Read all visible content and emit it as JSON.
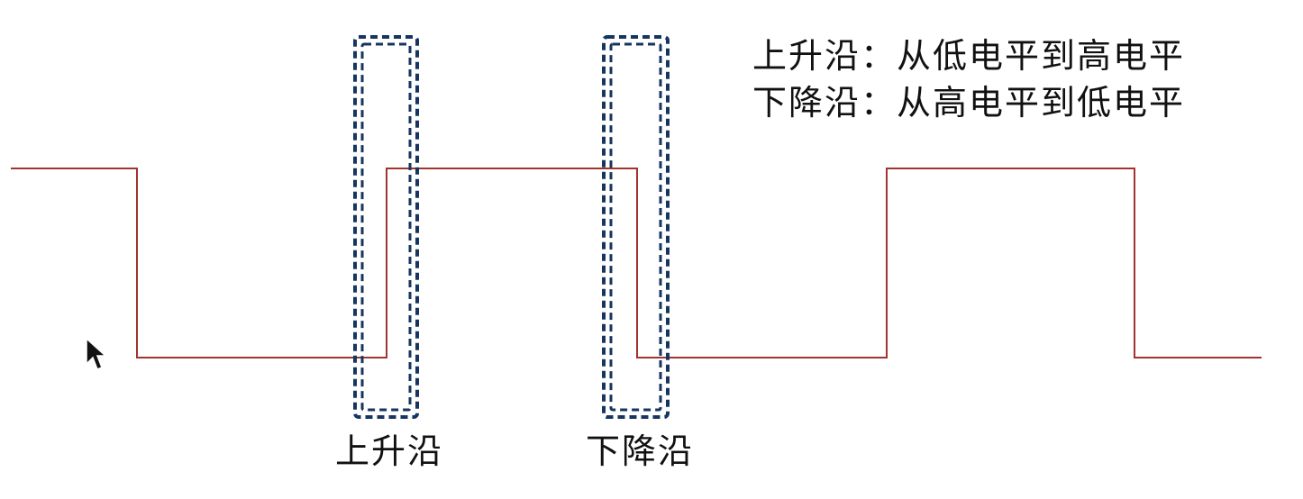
{
  "legend": {
    "rising_line": "上升沿：从低电平到高电平",
    "falling_line": "下降沿：从高电平到低电平"
  },
  "labels": {
    "rising": "上升沿",
    "falling": "下降沿"
  },
  "colors": {
    "waveform": "#a0342e",
    "highlight_box": "#16365f",
    "text": "#111111"
  },
  "icons": {
    "cursor": "mouse-pointer-icon"
  }
}
